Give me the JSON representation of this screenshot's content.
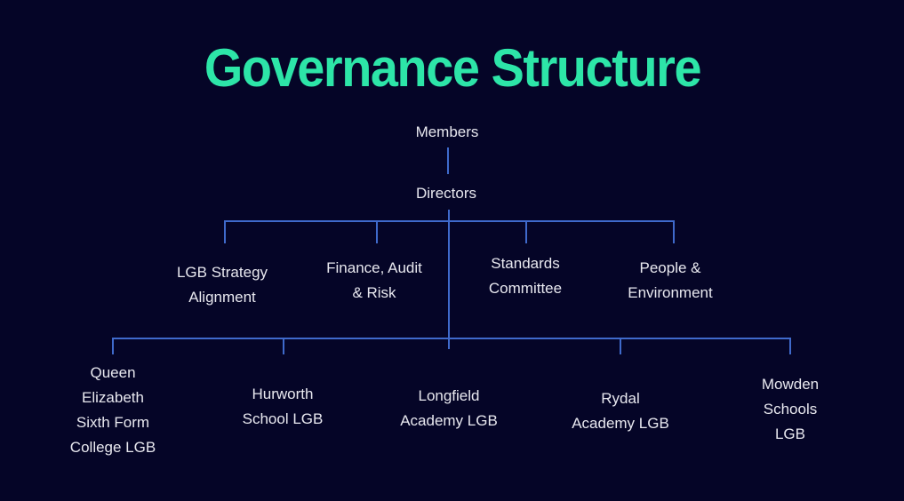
{
  "theme": {
    "bg": "#050527",
    "accent": "#2DE5A8",
    "line": "#3F6ACB",
    "text": "#E8E8EF"
  },
  "slide": {
    "title": "Governance Structure"
  },
  "orgchart": {
    "root": {
      "label": "Members"
    },
    "board": {
      "label": "Directors"
    },
    "committees": [
      {
        "label": "LGB Strategy\nAlignment"
      },
      {
        "label": "Finance, Audit\n& Risk"
      },
      {
        "label": "Standards\nCommittee"
      },
      {
        "label": "People &\nEnvironment"
      }
    ],
    "local_governing_bodies": [
      {
        "label": "Queen\nElizabeth\nSixth Form\nCollege LGB"
      },
      {
        "label": "Hurworth\nSchool LGB"
      },
      {
        "label": "Longfield\nAcademy LGB"
      },
      {
        "label": "Rydal\nAcademy LGB"
      },
      {
        "label": "Mowden\nSchools\nLGB"
      }
    ]
  }
}
